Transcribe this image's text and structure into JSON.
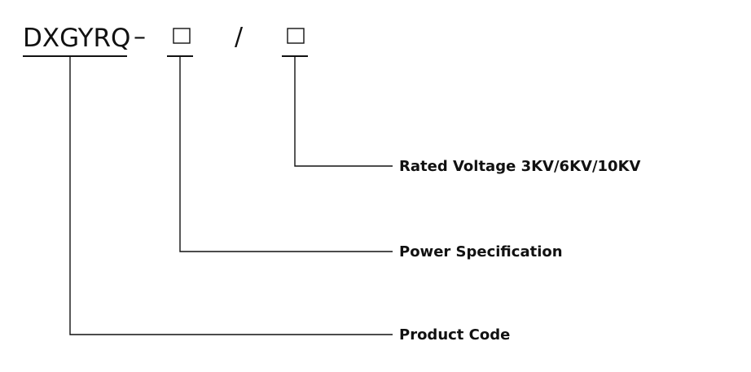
{
  "model": {
    "code": "DXGYRQ",
    "dash": "–",
    "slash": "/"
  },
  "labels": {
    "rated_voltage": "Rated Voltage 3KV/6KV/10KV",
    "power_specification": "Power Specification",
    "product_code": "Product Code"
  }
}
